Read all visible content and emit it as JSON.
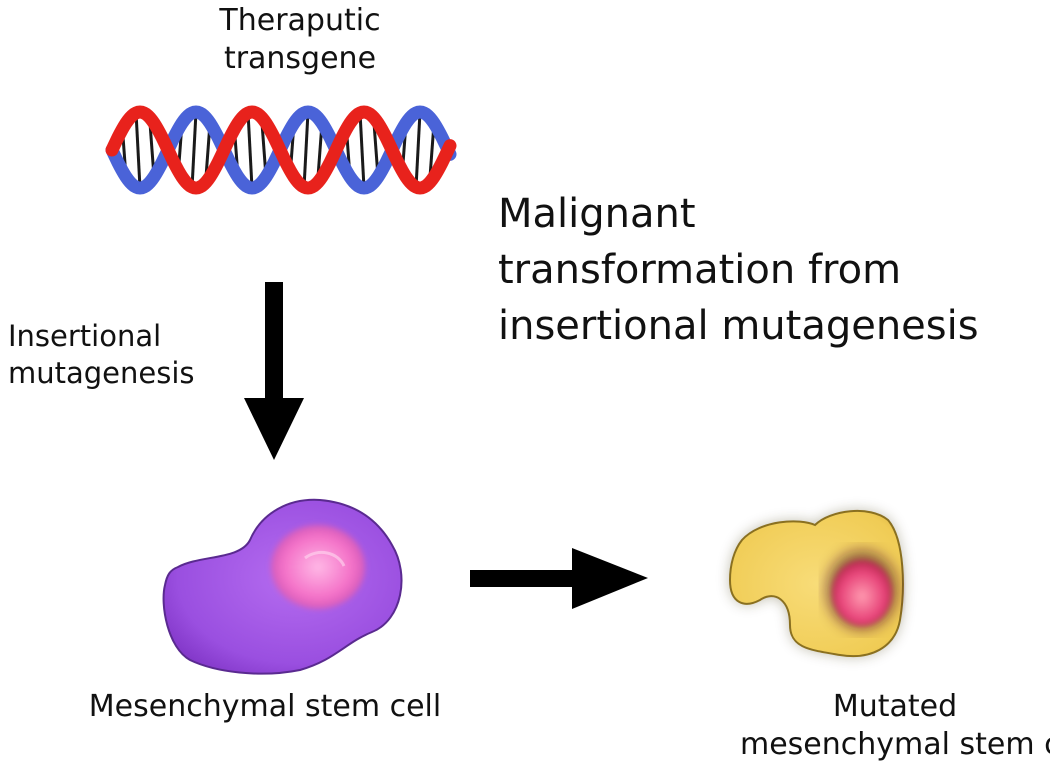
{
  "labels": {
    "transgene": [
      "Theraputic",
      "transgene"
    ],
    "insertional": [
      "Insertional",
      "mutagenesis"
    ],
    "malignant": [
      "Malignant",
      "transformation from",
      "insertional mutagenesis"
    ],
    "msc": [
      "Mesenchymal stem cell"
    ],
    "mutated": [
      "Mutated",
      "mesenchymal stem cell"
    ]
  },
  "colors": {
    "strand_red": "#e8221c",
    "strand_blue": "#4a63d8",
    "msc_body": "#9a4fe0",
    "msc_nucleus": "#f472c8",
    "mutated_body": "#f0cc55",
    "mutated_nucleus": "#e8457a",
    "arrow": "#000000"
  }
}
